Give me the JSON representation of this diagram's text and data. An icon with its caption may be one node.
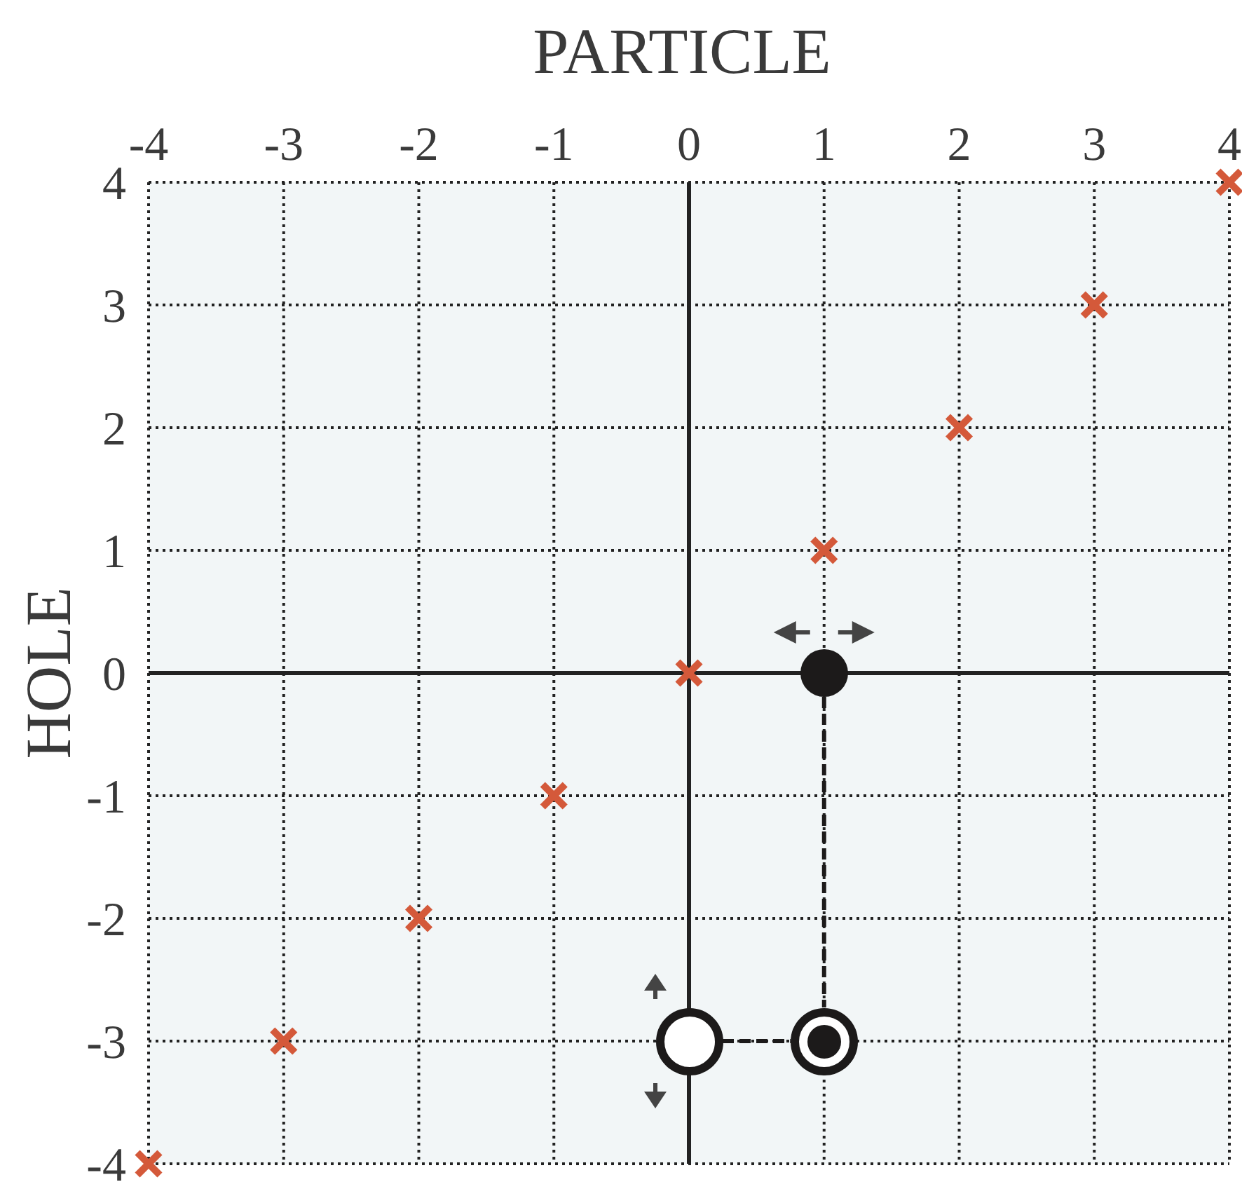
{
  "diagram": {
    "nodes": [
      {
        "text": [],
        "shape": "circle"
      },
      {
        "text": [],
        "shape": "circle"
      },
      {
        "text": [],
        "shape": "circle"
      }
    ],
    "edges": [
      {
        "from": 0,
        "to": 2,
        "arrow": "none",
        "style": "dashed"
      },
      {
        "from": 1,
        "to": 2,
        "arrow": "none",
        "style": "dashed"
      }
    ],
    "chart_data": {
      "type": "scatter",
      "xlabel": "PARTICLE",
      "ylabel": "HOLE",
      "x": [
        -4,
        -3,
        -2,
        -1,
        0,
        1,
        2,
        3,
        4
      ],
      "series": [
        {
          "color": "#d4593a",
          "values": [
            -4,
            -3,
            -2,
            -1,
            0,
            1,
            2,
            3,
            4
          ]
        }
      ],
      "grid": true,
      "xlim": [
        -4,
        4
      ],
      "ylim": [
        -4,
        4
      ],
      "xticks": [
        -4,
        -3,
        -2,
        -1,
        0,
        1,
        2,
        3,
        4
      ],
      "yticks": [
        -4,
        -3,
        -2,
        -1,
        0,
        1,
        2,
        3,
        4
      ]
    }
  }
}
